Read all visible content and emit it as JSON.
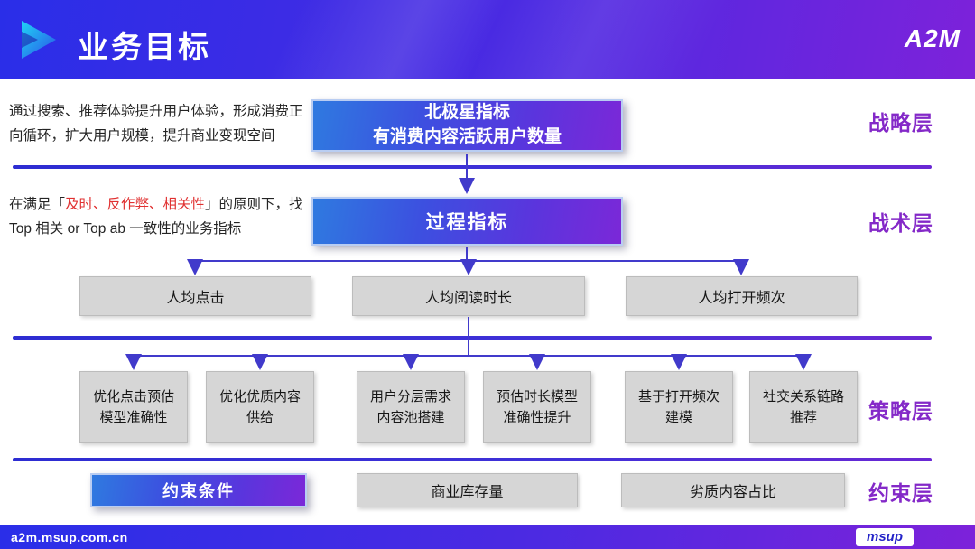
{
  "header": {
    "title": "业务目标",
    "brand": "A2M"
  },
  "layer_labels": {
    "strategy": "战略层",
    "tactics": "战术层",
    "policy": "策略层",
    "constraint": "约束层"
  },
  "strategy": {
    "description": "通过搜索、推荐体验提升用户体验，形成消费正向循环，扩大用户规模，提升商业变现空间",
    "north_star": "北极星指标\n有消费内容活跃用户数量"
  },
  "tactics": {
    "desc_before": "在满足「",
    "desc_red": "及时、反作弊、相关性",
    "desc_after": "」的原则下，找 Top 相关 or Top ab 一致性的业务指标",
    "process_box": "过程指标",
    "metrics": [
      "人均点击",
      "人均阅读时长",
      "人均打开频次"
    ]
  },
  "policy": {
    "items": [
      "优化点击预估\n模型准确性",
      "优化优质内容\n供给",
      "用户分层需求\n内容池搭建",
      "预估时长模型\n准确性提升",
      "基于打开频次\n建模",
      "社交关系链路\n推荐"
    ]
  },
  "constraint": {
    "highlight_box": "约束条件",
    "items": [
      "商业库存量",
      "劣质内容占比"
    ]
  },
  "footer": {
    "url": "a2m.msup.com.cn",
    "logo": "msup"
  },
  "colors": {
    "accent_purple": "#8429c8",
    "red": "#e03030",
    "arrow_blue": "#413acb",
    "gradient_start": "#2a2ee8",
    "gradient_end": "#7d22da"
  }
}
